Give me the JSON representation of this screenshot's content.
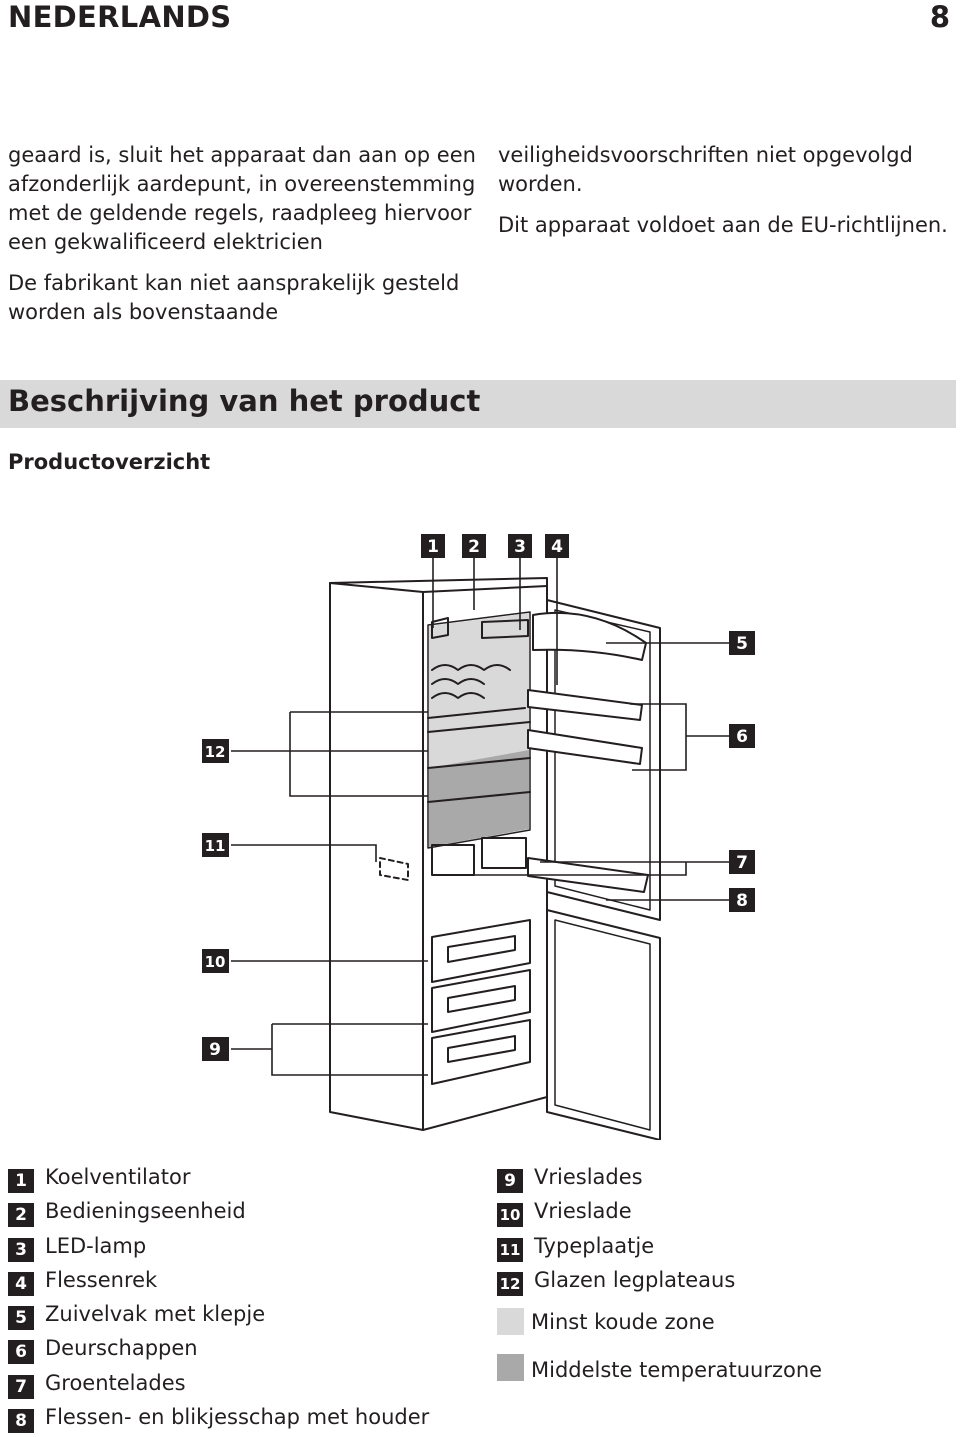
{
  "header": {
    "language": "NEDERLANDS",
    "page_number": "8"
  },
  "intro": {
    "left_paragraphs": [
      "geaard is, sluit het apparaat dan aan op een afzonderlijk aardepunt, in overeenstemming met de geldende regels, raadpleeg hiervoor een gekwalificeerd elektricien",
      "De fabrikant kan niet aansprakelijk gesteld worden als bovenstaande"
    ],
    "right_paragraphs": [
      "veiligheidsvoorschriften niet opgevolgd worden.",
      "Dit apparaat voldoet aan de EU-richtlijnen."
    ]
  },
  "section": {
    "title": "Beschrijving van het product",
    "subtitle": "Productoverzicht"
  },
  "diagram": {
    "callouts": [
      "1",
      "2",
      "3",
      "4",
      "5",
      "6",
      "7",
      "8",
      "9",
      "10",
      "11",
      "12"
    ],
    "zone_colors": {
      "cold": "#d9d9d9",
      "middle": "#a9a9a9"
    }
  },
  "legend": {
    "left": [
      {
        "num": "1",
        "label": "Koelventilator"
      },
      {
        "num": "2",
        "label": "Bedieningseenheid"
      },
      {
        "num": "3",
        "label": "LED-lamp"
      },
      {
        "num": "4",
        "label": "Flessenrek"
      },
      {
        "num": "5",
        "label": "Zuivelvak met klepje"
      },
      {
        "num": "6",
        "label": "Deurschappen"
      },
      {
        "num": "7",
        "label": "Groentelades"
      },
      {
        "num": "8",
        "label": "Flessen- en blikjesschap met houder"
      }
    ],
    "right": [
      {
        "num": "9",
        "label": "Vrieslades"
      },
      {
        "num": "10",
        "label": "Vrieslade"
      },
      {
        "num": "11",
        "label": "Typeplaatje"
      },
      {
        "num": "12",
        "label": "Glazen legplateaus"
      }
    ],
    "zones": [
      {
        "label": "Minst koude zone",
        "color": "#d9d9d9"
      },
      {
        "label": "Middelste temperatuurzone",
        "color": "#a9a9a9"
      }
    ]
  }
}
